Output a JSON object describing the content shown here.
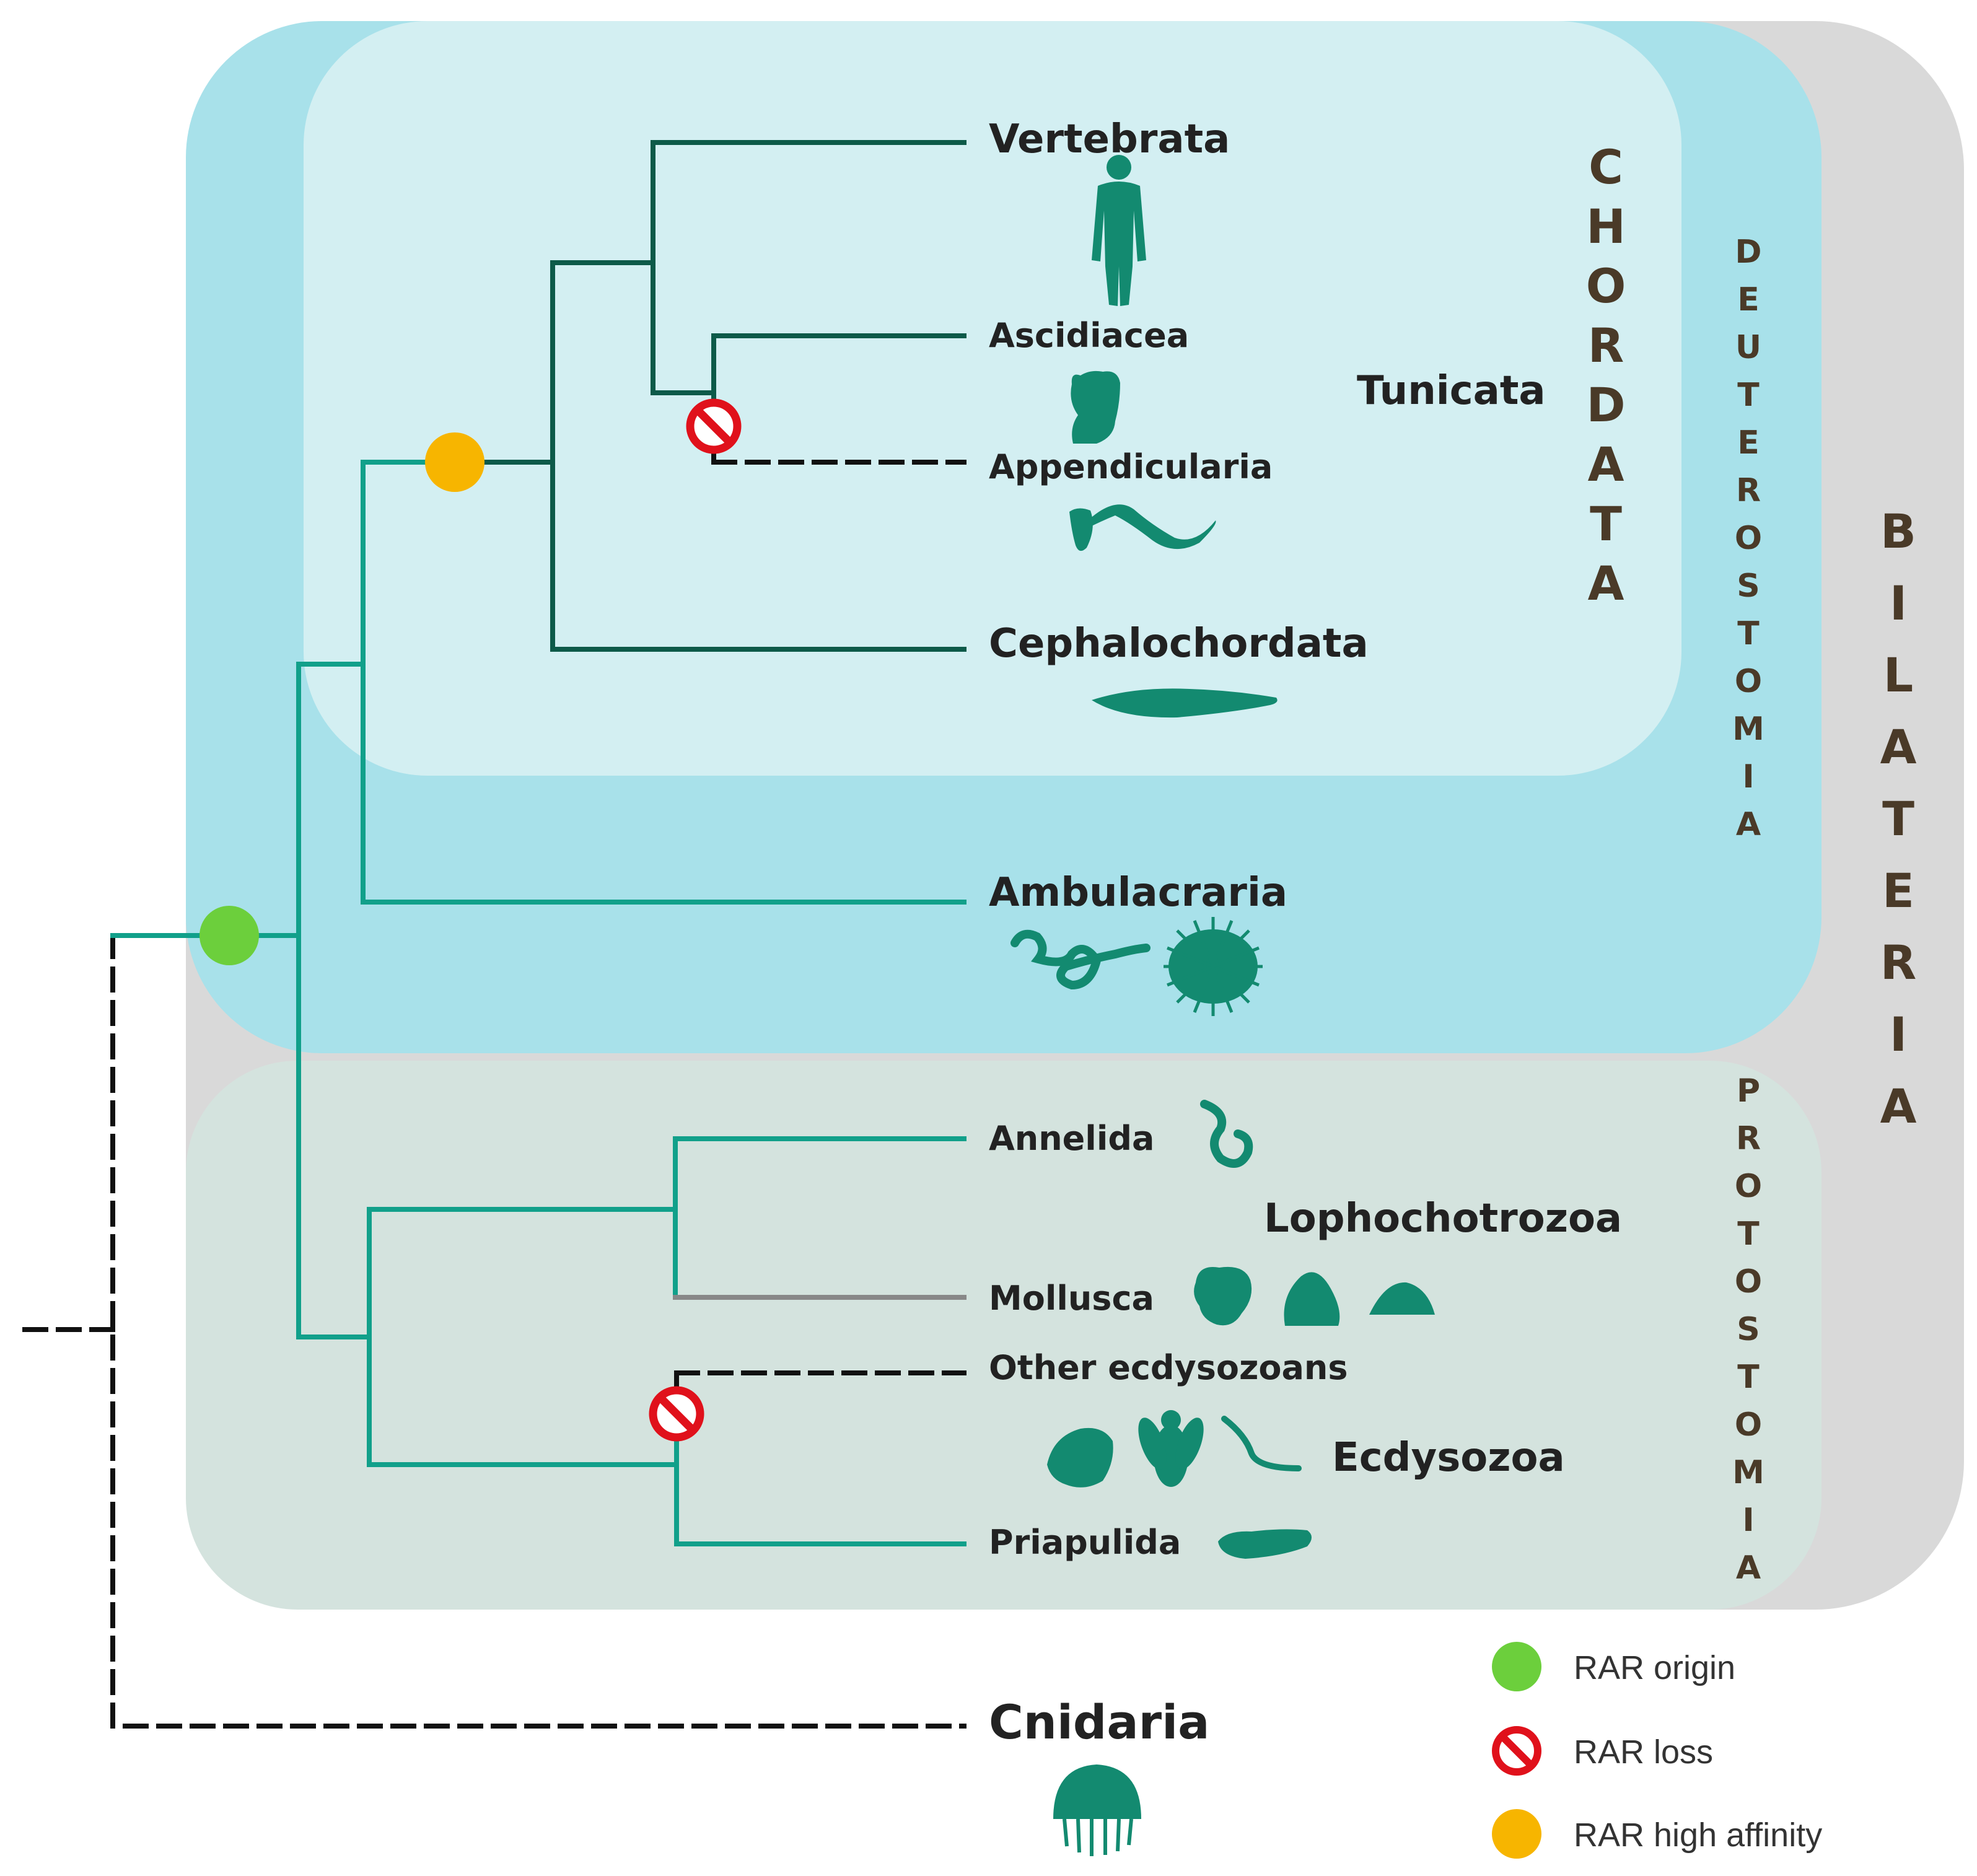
{
  "colors": {
    "bilateria_bg": "#d9d9d9",
    "deuterostomia_bg": "#a8e1ea",
    "chordata_bg": "#d3eff2",
    "protostomia_bg": "#d4e3de",
    "branch_teal": "#11a08a",
    "branch_dark": "#0d5a49",
    "branch_gray": "#888888",
    "silhouette": "#138a70",
    "origin_dot": "#6ccf3c",
    "high_affinity_dot": "#f7b500",
    "loss_red": "#e0111b",
    "label_brown": "#4a3a28"
  },
  "taxa": {
    "vertebrata": "Vertebrata",
    "ascidiacea": "Ascidiacea",
    "appendicularia": "Appendicularia",
    "cephalochordata": "Cephalochordata",
    "ambulacraria": "Ambulacraria",
    "annelida": "Annelida",
    "mollusca": "Mollusca",
    "other_ecdysozoans": "Other ecdysozoans",
    "priapulida": "Priapulida",
    "cnidaria": "Cnidaria"
  },
  "groups": {
    "tunicata": "Tunicata",
    "lophochotrozoa": "Lophochotrozoa",
    "ecdysozoa": "Ecdysozoa",
    "chordata": "CHORDATA",
    "deuterostomia": "DEUTEROSTOMIA",
    "protostomia": "PROTOSTOMIA",
    "bilateria": "BILATERIA"
  },
  "legend": {
    "origin": "RAR origin",
    "loss": "RAR loss",
    "high_affinity": "RAR high affinity"
  },
  "icons": [
    "human-icon",
    "ascidian-icon",
    "appendicularian-icon",
    "lancelet-icon",
    "acorn-worm-icon",
    "sea-urchin-icon",
    "annelid-worm-icon",
    "octopus-icon",
    "snail-icon",
    "limpet-icon",
    "crustacean-icon",
    "fly-icon",
    "nematode-icon",
    "priapulid-icon",
    "jellyfish-icon"
  ]
}
